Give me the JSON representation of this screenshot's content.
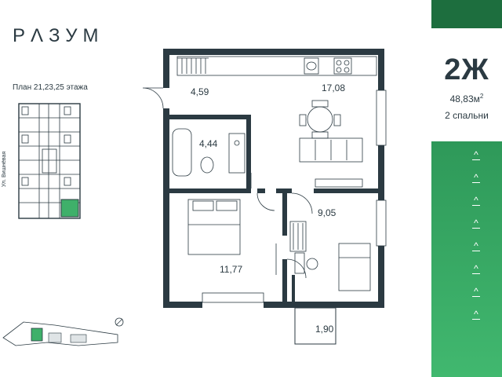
{
  "logo": {
    "text": "РΛЗУМ"
  },
  "plan_caption": "План 21,23,25 этажа",
  "street_label": "Ул. Вишнёвая",
  "rooms": {
    "hall": "4,59",
    "bath": "4,44",
    "kitchen_living": "17,08",
    "bedroom1": "11,77",
    "bedroom2": "9,05",
    "balcony": "1,90"
  },
  "side": {
    "type": "2Ж",
    "area_value": "48,83м",
    "area_sup": "2",
    "bedrooms": "2 спальни",
    "floor_markers": 8
  },
  "colors": {
    "wall": "#2b3a42",
    "accent_green": "#2f9a5a",
    "highlight": "#3fb06a"
  }
}
